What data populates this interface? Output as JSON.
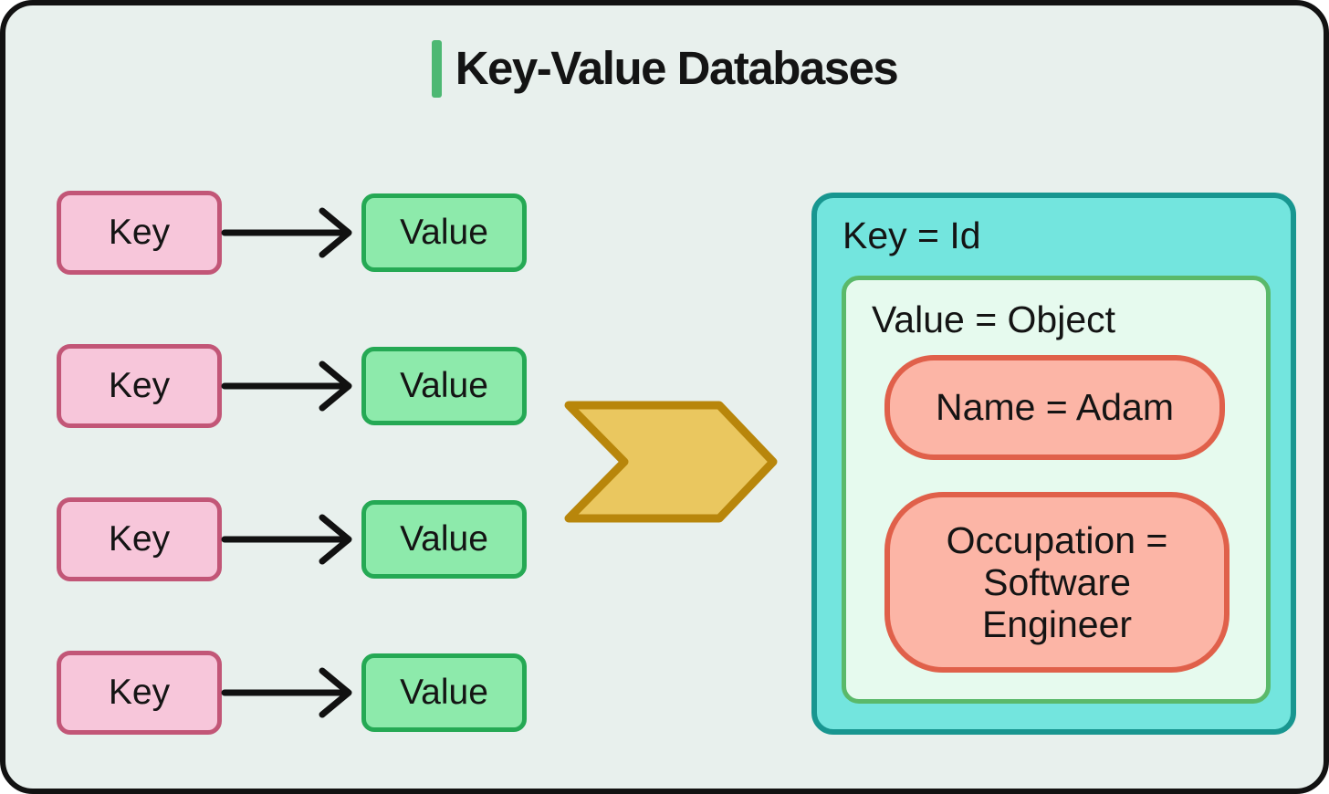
{
  "title": {
    "text": "Key-Value Databases"
  },
  "colors": {
    "canvas_bg": "#e8f0ed",
    "frame_border": "#121212",
    "accent_green": "#4db873",
    "key_fill": "#f7c6da",
    "key_border": "#c25677",
    "value_fill": "#8deaab",
    "value_border": "#25a954",
    "arrow_stroke": "#111111",
    "chevron_fill": "#eac75f",
    "chevron_border": "#b8860b",
    "result_fill": "#73e5de",
    "result_border": "#189690",
    "object_fill": "#e6faee",
    "object_border": "#5ab96a",
    "field_fill": "#fcb5a6",
    "field_border": "#e0604a"
  },
  "rows": [
    {
      "key": "Key",
      "value": "Value"
    },
    {
      "key": "Key",
      "value": "Value"
    },
    {
      "key": "Key",
      "value": "Value"
    },
    {
      "key": "Key",
      "value": "Value"
    }
  ],
  "result": {
    "key_label": "Key = Id",
    "value_label": "Value = Object",
    "fields": {
      "name": "Name = Adam",
      "occupation": "Occupation = Software Engineer"
    }
  }
}
